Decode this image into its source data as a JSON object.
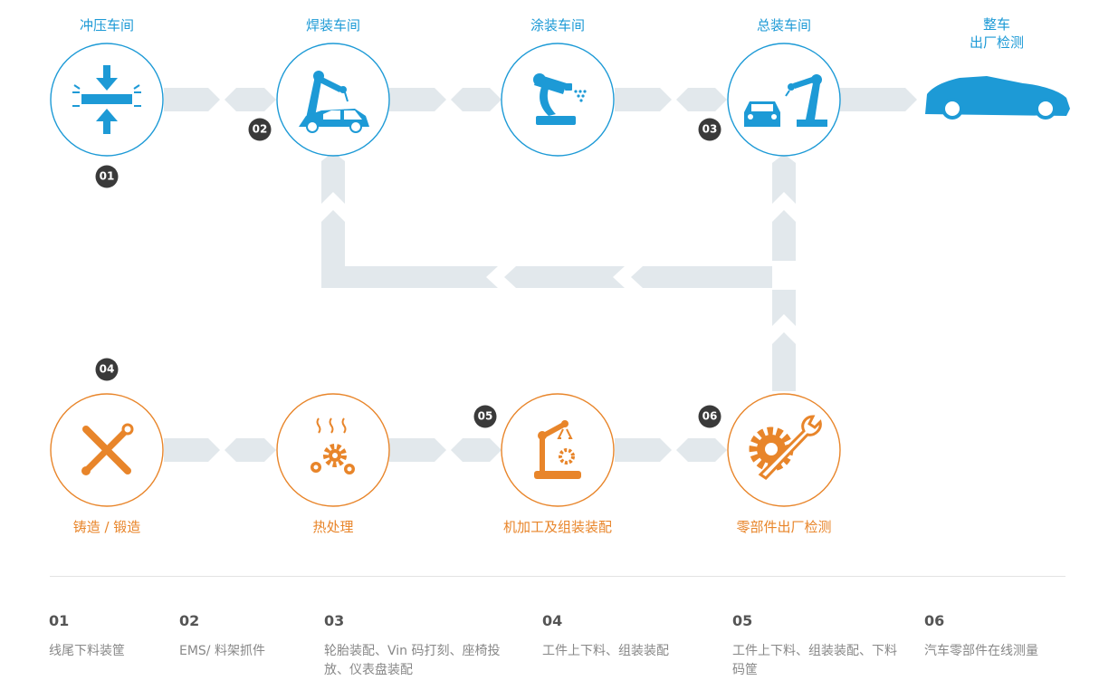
{
  "top_row": [
    {
      "label": "冲压车间",
      "icon": "press-icon"
    },
    {
      "label": "焊装车间",
      "icon": "welding-robot-icon"
    },
    {
      "label": "涂装车间",
      "icon": "paint-robot-icon"
    },
    {
      "label": "总装车间",
      "icon": "assembly-robot-icon"
    }
  ],
  "final": {
    "line1": "整车",
    "line2": "出厂检测",
    "icon": "car-icon"
  },
  "bottom_row": [
    {
      "label": "铸造 / 锻造",
      "icon": "tools-icon"
    },
    {
      "label": "热处理",
      "icon": "heat-gears-icon"
    },
    {
      "label": "机加工及组装装配",
      "icon": "machining-robot-icon"
    },
    {
      "label": "零部件出厂检测",
      "icon": "gear-wrench-icon"
    }
  ],
  "badges": [
    "01",
    "02",
    "03",
    "04",
    "05",
    "06"
  ],
  "legend": [
    {
      "num": "01",
      "desc": "线尾下料装筐"
    },
    {
      "num": "02",
      "desc": "EMS/ 料架抓件"
    },
    {
      "num": "03",
      "desc": "轮胎装配、Vin 码打刻、座椅投放、仪表盘装配"
    },
    {
      "num": "04",
      "desc": "工件上下料、组装装配"
    },
    {
      "num": "05",
      "desc": "工件上下料、组装装配、下料码筐"
    },
    {
      "num": "06",
      "desc": "汽车零部件在线测量"
    }
  ],
  "colors": {
    "blue": "#1d9ad6",
    "orange": "#e8852a",
    "arrow": "#e2e8ec",
    "badge": "#3a3a3a"
  }
}
